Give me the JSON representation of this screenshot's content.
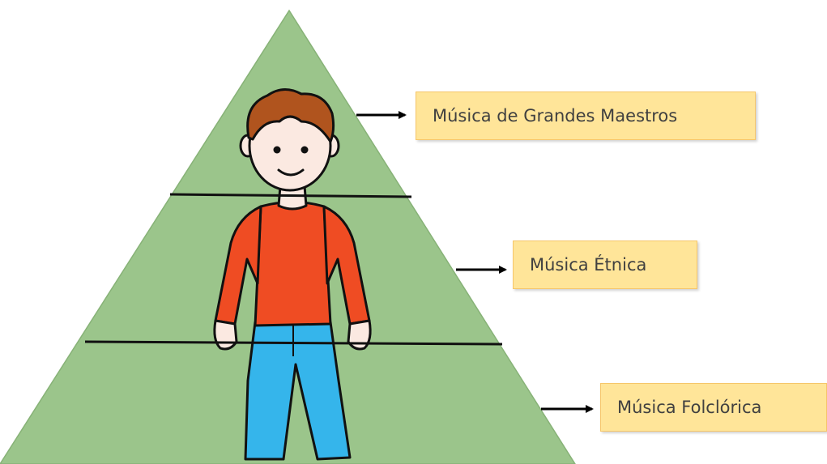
{
  "diagram": {
    "levels": [
      {
        "label": "Música de Grandes Maestros"
      },
      {
        "label": "Música Étnica"
      },
      {
        "label": "Música Folclórica"
      }
    ],
    "colors": {
      "pyramid_fill": "#9bc58b",
      "label_fill": "#ffe599",
      "shirt": "#ef4c23",
      "pants": "#35b5eb",
      "hair": "#b0541e",
      "skin": "#fbe9e1"
    },
    "icons": {
      "figure": "child-figure-icon",
      "arrow": "arrow-right-icon"
    }
  }
}
